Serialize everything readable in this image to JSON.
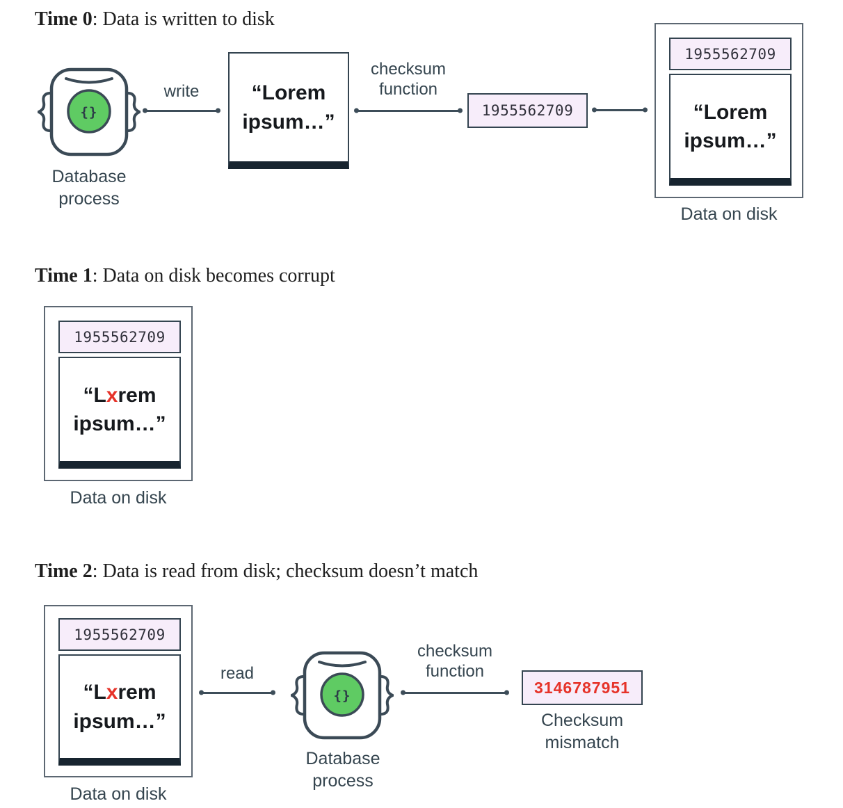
{
  "colors": {
    "navy": "#344450",
    "line": "#3d4d59",
    "bar": "#17242f",
    "lavender": "#f7edfa",
    "green": "#5fcb63",
    "red": "#e63329",
    "label": "#35454f",
    "ink": "#16191d",
    "disk_border": "#5c6772",
    "heading": "#1e1e1e"
  },
  "headings": {
    "t0_bold": "Time 0",
    "t0_rest": ": Data is written to disk",
    "t1_bold": "Time 1",
    "t1_rest": ": Data on disk becomes corrupt",
    "t2_bold": "Time 2",
    "t2_rest": ": Data is read from disk; checksum doesn’t match"
  },
  "texts": {
    "write": "write",
    "read": "read",
    "checksum_function": "checksum\nfunction",
    "database_process": "Database\nprocess",
    "data_on_disk": "Data on disk",
    "checksum_mismatch": "Checksum\nmismatch",
    "checksum_ok": "1955562709",
    "checksum_bad": "3146787951",
    "doc_ok": "“Lorem\nipsum…”",
    "doc_bad_pre": "“L",
    "doc_bad_char": "x",
    "doc_bad_post": "rem",
    "doc_bad_line2": "ipsum…”",
    "icon_glyph": "{}"
  }
}
